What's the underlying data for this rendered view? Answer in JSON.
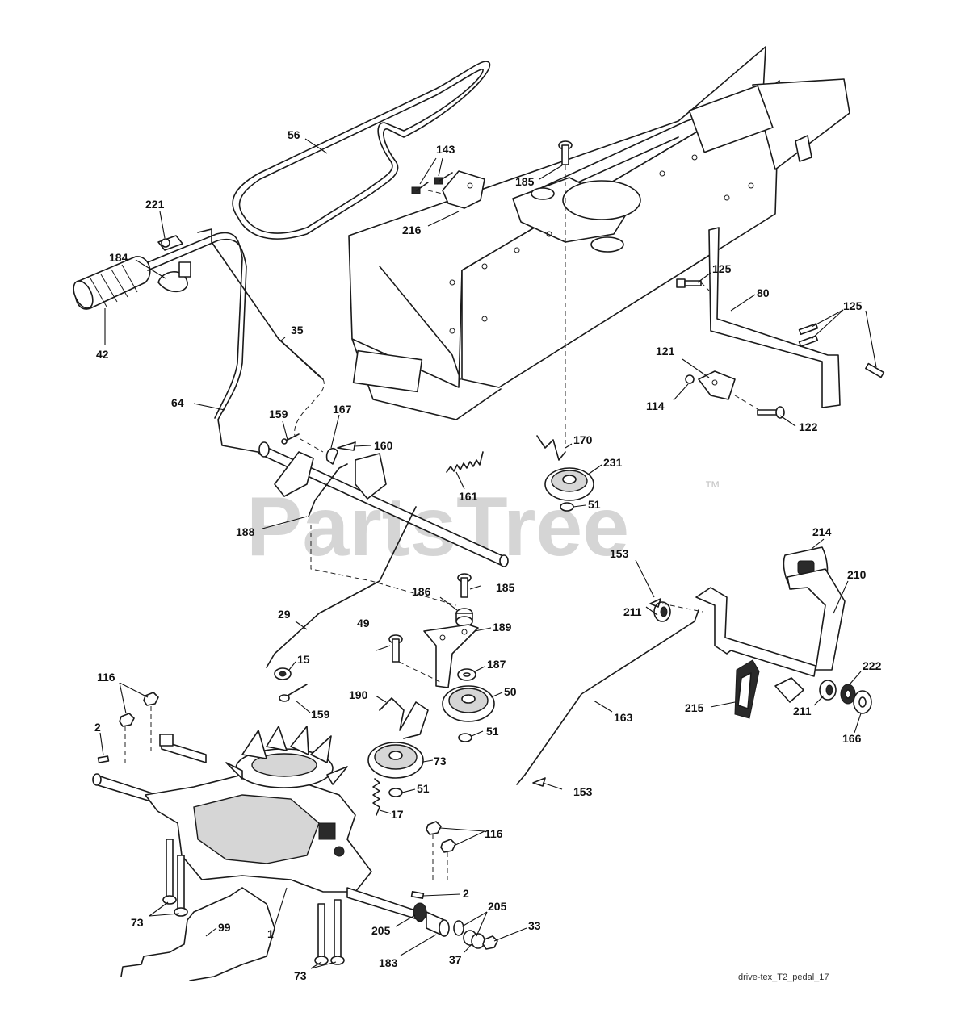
{
  "diagram": {
    "watermark": "PartsTree",
    "trademark": "™",
    "diagram_code": "drive-tex_T2_pedal_17",
    "part_labels": [
      "56",
      "143",
      "185",
      "216",
      "221",
      "184",
      "42",
      "35",
      "64",
      "159",
      "167",
      "160",
      "161",
      "188",
      "170",
      "231",
      "51",
      "125",
      "80",
      "121",
      "114",
      "122",
      "214",
      "153",
      "210",
      "211",
      "186",
      "29",
      "49",
      "189",
      "187",
      "15",
      "190",
      "50",
      "163",
      "215",
      "222",
      "166",
      "116",
      "2",
      "17",
      "1",
      "73",
      "99",
      "205",
      "183",
      "37",
      "33"
    ]
  }
}
